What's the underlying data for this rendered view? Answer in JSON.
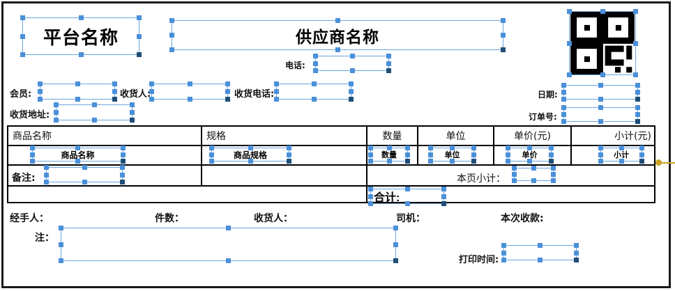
{
  "document": {
    "type": "delivery-receipt-template",
    "header": {
      "platform_name": "平台名称",
      "supplier_name": "供应商名称",
      "phone_label": "电话:",
      "phone_value": "",
      "qr_icon": "qr-code-icon"
    },
    "customer_fields": [
      {
        "label": "会员:",
        "value": ""
      },
      {
        "label": "收货人:",
        "value": ""
      },
      {
        "label": "收货电话:",
        "value": ""
      },
      {
        "label": "收货地址:",
        "value": ""
      }
    ],
    "order_fields": [
      {
        "label": "日期:",
        "value": ""
      },
      {
        "label": "订单号:",
        "value": ""
      }
    ],
    "table": {
      "columns": [
        "商品名称",
        "规格",
        "数量",
        "单位",
        "单价(元)",
        "小计(元)"
      ],
      "rows": [
        [
          "商品名称",
          "商品规格",
          "数量",
          "单位",
          "单价",
          "小计"
        ]
      ],
      "remark_label": "备注:",
      "remark_value": "",
      "page_subtotal_label": "本页小计：",
      "page_subtotal_value": "",
      "total_label": "合计:",
      "total_value": ""
    },
    "signature_fields": [
      {
        "label": "经手人：",
        "value": ""
      },
      {
        "label": "件数：",
        "value": ""
      },
      {
        "label": "收货人：",
        "value": ""
      },
      {
        "label": "司机：",
        "value": ""
      },
      {
        "label": "本次收款:",
        "value": ""
      }
    ],
    "footer": {
      "note_label": "注：",
      "note_value": "",
      "print_time_label": "打印时间:",
      "print_time_value": ""
    }
  },
  "colors": {
    "selection_outline": "#6ba4dd",
    "selection_handle": "#4a90d9",
    "selection_handle_active": "#1f4e79",
    "border": "#000000",
    "pin_marker": "#c9a227",
    "canvas": "#ffffff"
  }
}
